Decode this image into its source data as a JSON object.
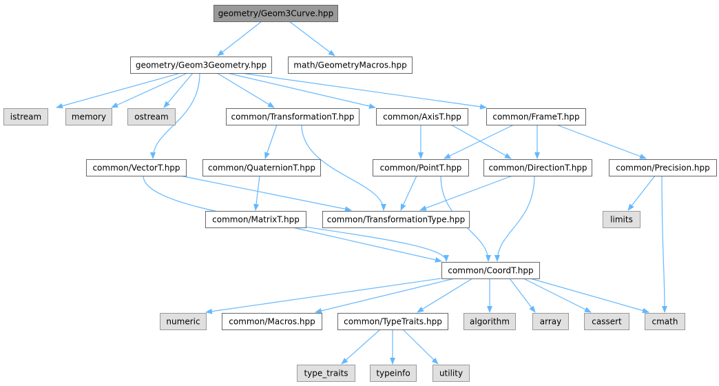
{
  "diagram": {
    "colors": {
      "edge": "#63b8ff",
      "root_fill": "#999999",
      "root_stroke": "#666666",
      "header_fill": "#ffffff",
      "header_stroke": "#666666",
      "external_fill": "#e0e0e0",
      "external_stroke": "#999999"
    },
    "nodes": [
      {
        "id": "geom3curve",
        "label": "geometry/Geom3Curve.hpp",
        "kind": "root"
      },
      {
        "id": "geom3geometry",
        "label": "geometry/Geom3Geometry.hpp",
        "kind": "header"
      },
      {
        "id": "geometrymacros",
        "label": "math/GeometryMacros.hpp",
        "kind": "header"
      },
      {
        "id": "istream",
        "label": "istream",
        "kind": "external"
      },
      {
        "id": "memory",
        "label": "memory",
        "kind": "external"
      },
      {
        "id": "ostream",
        "label": "ostream",
        "kind": "external"
      },
      {
        "id": "transformationt",
        "label": "common/TransformationT.hpp",
        "kind": "header"
      },
      {
        "id": "axist",
        "label": "common/AxisT.hpp",
        "kind": "header"
      },
      {
        "id": "framet",
        "label": "common/FrameT.hpp",
        "kind": "header"
      },
      {
        "id": "vectort",
        "label": "common/VectorT.hpp",
        "kind": "header"
      },
      {
        "id": "quaterniont",
        "label": "common/QuaternionT.hpp",
        "kind": "header"
      },
      {
        "id": "pointt",
        "label": "common/PointT.hpp",
        "kind": "header"
      },
      {
        "id": "directiont",
        "label": "common/DirectionT.hpp",
        "kind": "header"
      },
      {
        "id": "precision",
        "label": "common/Precision.hpp",
        "kind": "header"
      },
      {
        "id": "matrixt",
        "label": "common/MatrixT.hpp",
        "kind": "header"
      },
      {
        "id": "transformationtype",
        "label": "common/TransformationType.hpp",
        "kind": "header"
      },
      {
        "id": "limits",
        "label": "limits",
        "kind": "external"
      },
      {
        "id": "coordt",
        "label": "common/CoordT.hpp",
        "kind": "header"
      },
      {
        "id": "numeric",
        "label": "numeric",
        "kind": "external"
      },
      {
        "id": "macros",
        "label": "common/Macros.hpp",
        "kind": "header"
      },
      {
        "id": "typetraits",
        "label": "common/TypeTraits.hpp",
        "kind": "header"
      },
      {
        "id": "algorithm",
        "label": "algorithm",
        "kind": "external"
      },
      {
        "id": "array",
        "label": "array",
        "kind": "external"
      },
      {
        "id": "cassert",
        "label": "cassert",
        "kind": "external"
      },
      {
        "id": "cmath",
        "label": "cmath",
        "kind": "external"
      },
      {
        "id": "type_traits",
        "label": "type_traits",
        "kind": "external"
      },
      {
        "id": "typeinfo",
        "label": "typeinfo",
        "kind": "external"
      },
      {
        "id": "utility",
        "label": "utility",
        "kind": "external"
      }
    ],
    "edges": [
      {
        "from": "geom3curve",
        "to": "geom3geometry"
      },
      {
        "from": "geom3curve",
        "to": "geometrymacros"
      },
      {
        "from": "geom3geometry",
        "to": "istream"
      },
      {
        "from": "geom3geometry",
        "to": "memory"
      },
      {
        "from": "geom3geometry",
        "to": "ostream"
      },
      {
        "from": "geom3geometry",
        "to": "transformationt"
      },
      {
        "from": "geom3geometry",
        "to": "axist"
      },
      {
        "from": "geom3geometry",
        "to": "framet"
      },
      {
        "from": "geom3geometry",
        "to": "vectort"
      },
      {
        "from": "transformationt",
        "to": "quaterniont"
      },
      {
        "from": "transformationt",
        "to": "transformationtype"
      },
      {
        "from": "axist",
        "to": "pointt"
      },
      {
        "from": "axist",
        "to": "directiont"
      },
      {
        "from": "framet",
        "to": "pointt"
      },
      {
        "from": "framet",
        "to": "directiont"
      },
      {
        "from": "framet",
        "to": "precision"
      },
      {
        "from": "vectort",
        "to": "transformationtype"
      },
      {
        "from": "vectort",
        "to": "coordt"
      },
      {
        "from": "quaterniont",
        "to": "matrixt"
      },
      {
        "from": "pointt",
        "to": "transformationtype"
      },
      {
        "from": "pointt",
        "to": "coordt"
      },
      {
        "from": "directiont",
        "to": "transformationtype"
      },
      {
        "from": "directiont",
        "to": "coordt"
      },
      {
        "from": "precision",
        "to": "limits"
      },
      {
        "from": "precision",
        "to": "cmath"
      },
      {
        "from": "matrixt",
        "to": "coordt"
      },
      {
        "from": "coordt",
        "to": "numeric"
      },
      {
        "from": "coordt",
        "to": "macros"
      },
      {
        "from": "coordt",
        "to": "typetraits"
      },
      {
        "from": "coordt",
        "to": "algorithm"
      },
      {
        "from": "coordt",
        "to": "array"
      },
      {
        "from": "coordt",
        "to": "cassert"
      },
      {
        "from": "coordt",
        "to": "cmath"
      },
      {
        "from": "typetraits",
        "to": "type_traits"
      },
      {
        "from": "typetraits",
        "to": "typeinfo"
      },
      {
        "from": "typetraits",
        "to": "utility"
      }
    ]
  }
}
